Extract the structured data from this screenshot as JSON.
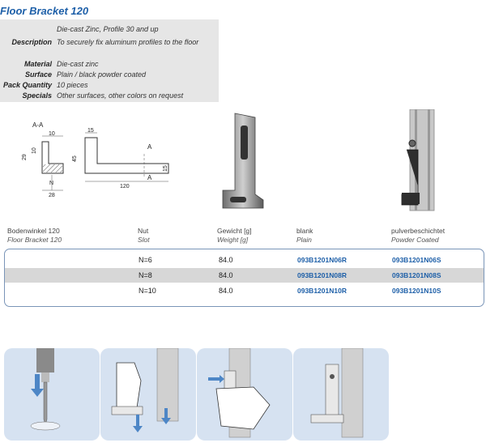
{
  "title": "Floor Bracket 120",
  "specs": [
    {
      "label": "",
      "value": "Die-cast Zinc, Profile 30 and up"
    },
    {
      "label": "Description",
      "value": "To securely fix aluminum profiles to the floor"
    },
    {
      "label": "Material",
      "value": "Die-cast zinc"
    },
    {
      "label": "Surface",
      "value": "Plain / black powder coated"
    },
    {
      "label": "Pack Quantity",
      "value": "10 pieces"
    },
    {
      "label": "Specials",
      "value": "Other surfaces, other colors on request"
    }
  ],
  "drawing": {
    "section_label": "A-A",
    "dims": {
      "d10": "10",
      "d29": "29",
      "d10b": "10",
      "d28": "28",
      "dN": "N",
      "d15": "15",
      "d45": "45",
      "d120": "120",
      "d15b": "15",
      "dA1": "A",
      "dA2": "A"
    }
  },
  "table": {
    "headers": [
      {
        "de": "Bodenwinkel 120",
        "en": "Floor Bracket 120"
      },
      {
        "de": "Nut",
        "en": "Slot"
      },
      {
        "de": "Gewicht [g]",
        "en": "Weight [g]"
      },
      {
        "de": "blank",
        "en": "Plain"
      },
      {
        "de": "pulverbeschichtet",
        "en": "Powder Coated"
      }
    ],
    "rows": [
      {
        "slot": "N=6",
        "weight": "84.0",
        "plain": "093B1201N06R",
        "coated": "093B1201N06S"
      },
      {
        "slot": "N=8",
        "weight": "84.0",
        "plain": "093B1201N08R",
        "coated": "093B1201N08S"
      },
      {
        "slot": "N=10",
        "weight": "84.0",
        "plain": "093B1201N10R",
        "coated": "093B1201N10S"
      }
    ]
  },
  "colors": {
    "title": "#1d5fa8",
    "code": "#1d5fa8",
    "panel": "#d6e2f1",
    "arrow": "#4d86c6"
  }
}
